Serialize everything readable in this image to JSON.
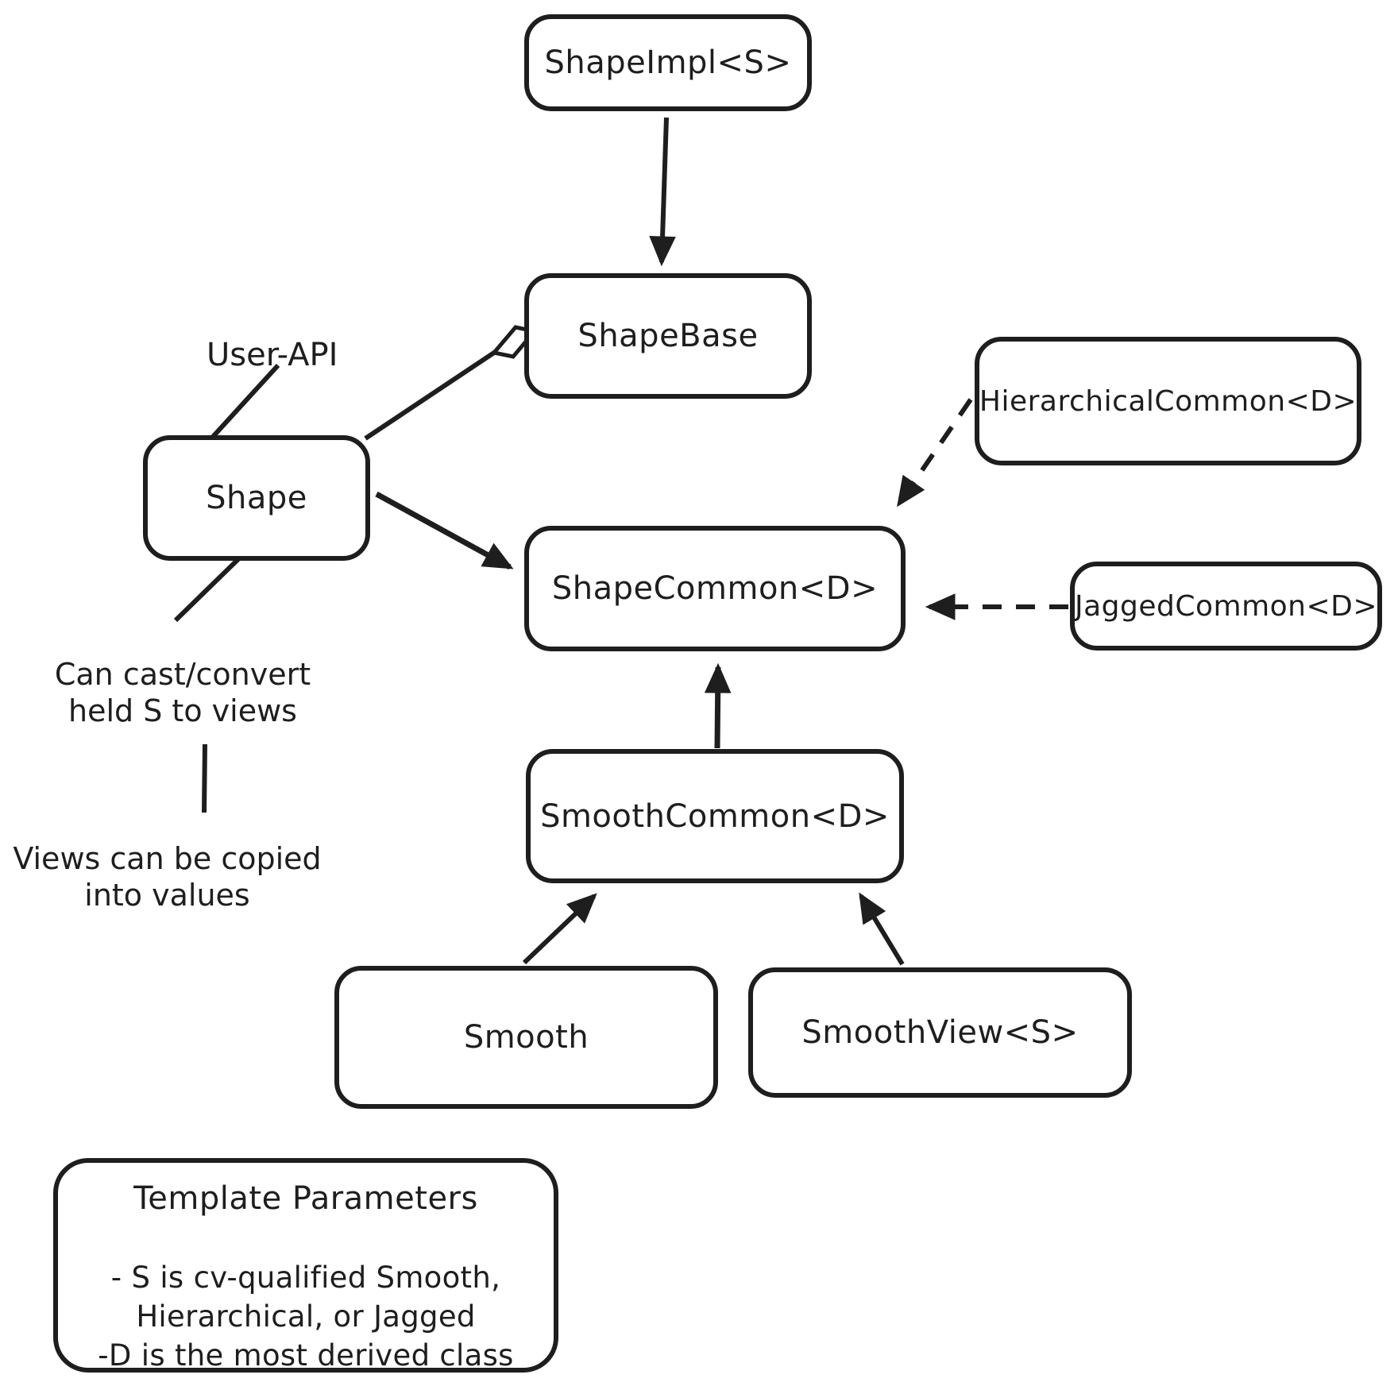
{
  "diagram": {
    "nodes": {
      "shape_impl": {
        "label": "ShapeImpl<S>"
      },
      "shape_base": {
        "label": "ShapeBase"
      },
      "shape": {
        "label": "Shape"
      },
      "hierarchical_common": {
        "label": "HierarchicalCommon<D>"
      },
      "shape_common": {
        "label": "ShapeCommon<D>"
      },
      "jagged_common": {
        "label": "JaggedCommon<D>"
      },
      "smooth_common": {
        "label": "SmoothCommon<D>"
      },
      "smooth": {
        "label": "Smooth"
      },
      "smooth_view": {
        "label": "SmoothView<S>"
      }
    },
    "annotations": {
      "user_api": "User-API",
      "cast_note_line1": "Can cast/convert",
      "cast_note_line2": "held S to views",
      "views_note_line1": "Views can be copied",
      "views_note_line2": "into values"
    },
    "legend": {
      "title": "Template Parameters",
      "lines": [
        "- S is cv-qualified Smooth,",
        "Hierarchical, or Jagged",
        "-D is the most derived class"
      ]
    },
    "colors": {
      "ink": "#1e1e1e",
      "background": "#ffffff"
    }
  }
}
